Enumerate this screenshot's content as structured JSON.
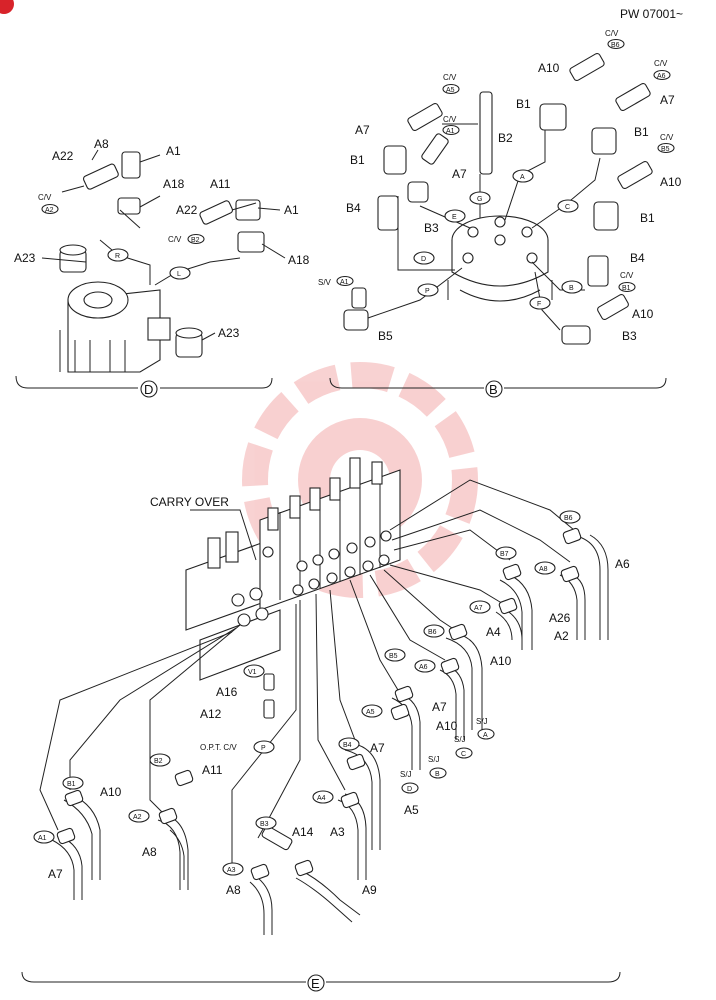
{
  "header": {
    "code": "PW 07001~"
  },
  "section_d": {
    "caption": "D",
    "labels": {
      "a1_top": "A1",
      "a8": "A8",
      "a22_top": "A22",
      "cv_a2_text": "C/V",
      "cv_a2_tag": "A2",
      "a18_top": "A18",
      "a11": "A11",
      "a1_mid": "A1",
      "a22_mid": "A22",
      "cv_b2_text": "C/V",
      "cv_b2_tag": "B2",
      "a18_mid": "A18",
      "a23_left": "A23",
      "a23_right": "A23",
      "port_r": "R",
      "port_l": "L"
    }
  },
  "section_b": {
    "caption": "B",
    "labels": {
      "cv_b6_text": "C/V",
      "cv_b6_tag": "B6",
      "a10_top": "A10",
      "cv_a6_text": "C/V",
      "cv_a6_tag": "A6",
      "a7_right": "A7",
      "cv_a5_text": "C/V",
      "cv_a5_tag": "A5",
      "a7_left": "A7",
      "b1_top": "B1",
      "b2": "B2",
      "cv_a1_text": "C/V",
      "cv_a1_tag": "A1",
      "b1_left": "B1",
      "a7_mid": "A7",
      "b1_right": "B1",
      "cv_b5_text": "C/V",
      "cv_b5_tag": "B5",
      "a10_right": "A10",
      "b4_left": "B4",
      "b3_left": "B3",
      "b1_right2": "B1",
      "b4_right": "B4",
      "sv_text": "S/V",
      "sv_tag": "A1",
      "cv_b1_text": "C/V",
      "cv_b1_tag": "B1",
      "a10_low": "A10",
      "b5": "B5",
      "b3_right": "B3",
      "port_a": "A",
      "port_b": "B",
      "port_c": "C",
      "port_d": "D",
      "port_e": "E",
      "port_f": "F",
      "port_g": "G",
      "port_p": "P"
    }
  },
  "section_e": {
    "caption": "E",
    "carry_over": "CARRY OVER",
    "labels": {
      "b6_tag_top": "B6",
      "a6": "A6",
      "b7_tag": "B7",
      "a8_tag_top": "A8",
      "a7_tag": "A7",
      "a26": "A26",
      "a4": "A4",
      "a2": "A2",
      "b6_tag_mid": "B6",
      "a10_mid": "A10",
      "b5_tag": "B5",
      "a6_tag": "A6",
      "a5_tag": "A5",
      "a7_mid": "A7",
      "a10_low": "A10",
      "sj_a": "S/J",
      "sj_a_tag": "A",
      "sj_b": "S/J",
      "sj_b_tag": "B",
      "sj_c": "S/J",
      "sj_c_tag": "C",
      "b4_tag": "B4",
      "a7_low": "A7",
      "sj_d": "S/J",
      "sj_d_tag": "D",
      "a4_tag": "A4",
      "a5": "A5",
      "a3": "A3",
      "v1_tag": "V1",
      "a16": "A16",
      "a12": "A12",
      "opt_cv": "O.P.T. C/V",
      "opt_tag": "P",
      "b2_tag": "B2",
      "a11": "A11",
      "b1_tag": "B1",
      "a10_left": "A10",
      "a2_tag": "A2",
      "a8_left": "A8",
      "a1_tag": "A1",
      "a7_left": "A7",
      "b3_tag": "B3",
      "a14": "A14",
      "a3_tag": "A3",
      "a8_bottom": "A8",
      "a9": "A9"
    }
  }
}
